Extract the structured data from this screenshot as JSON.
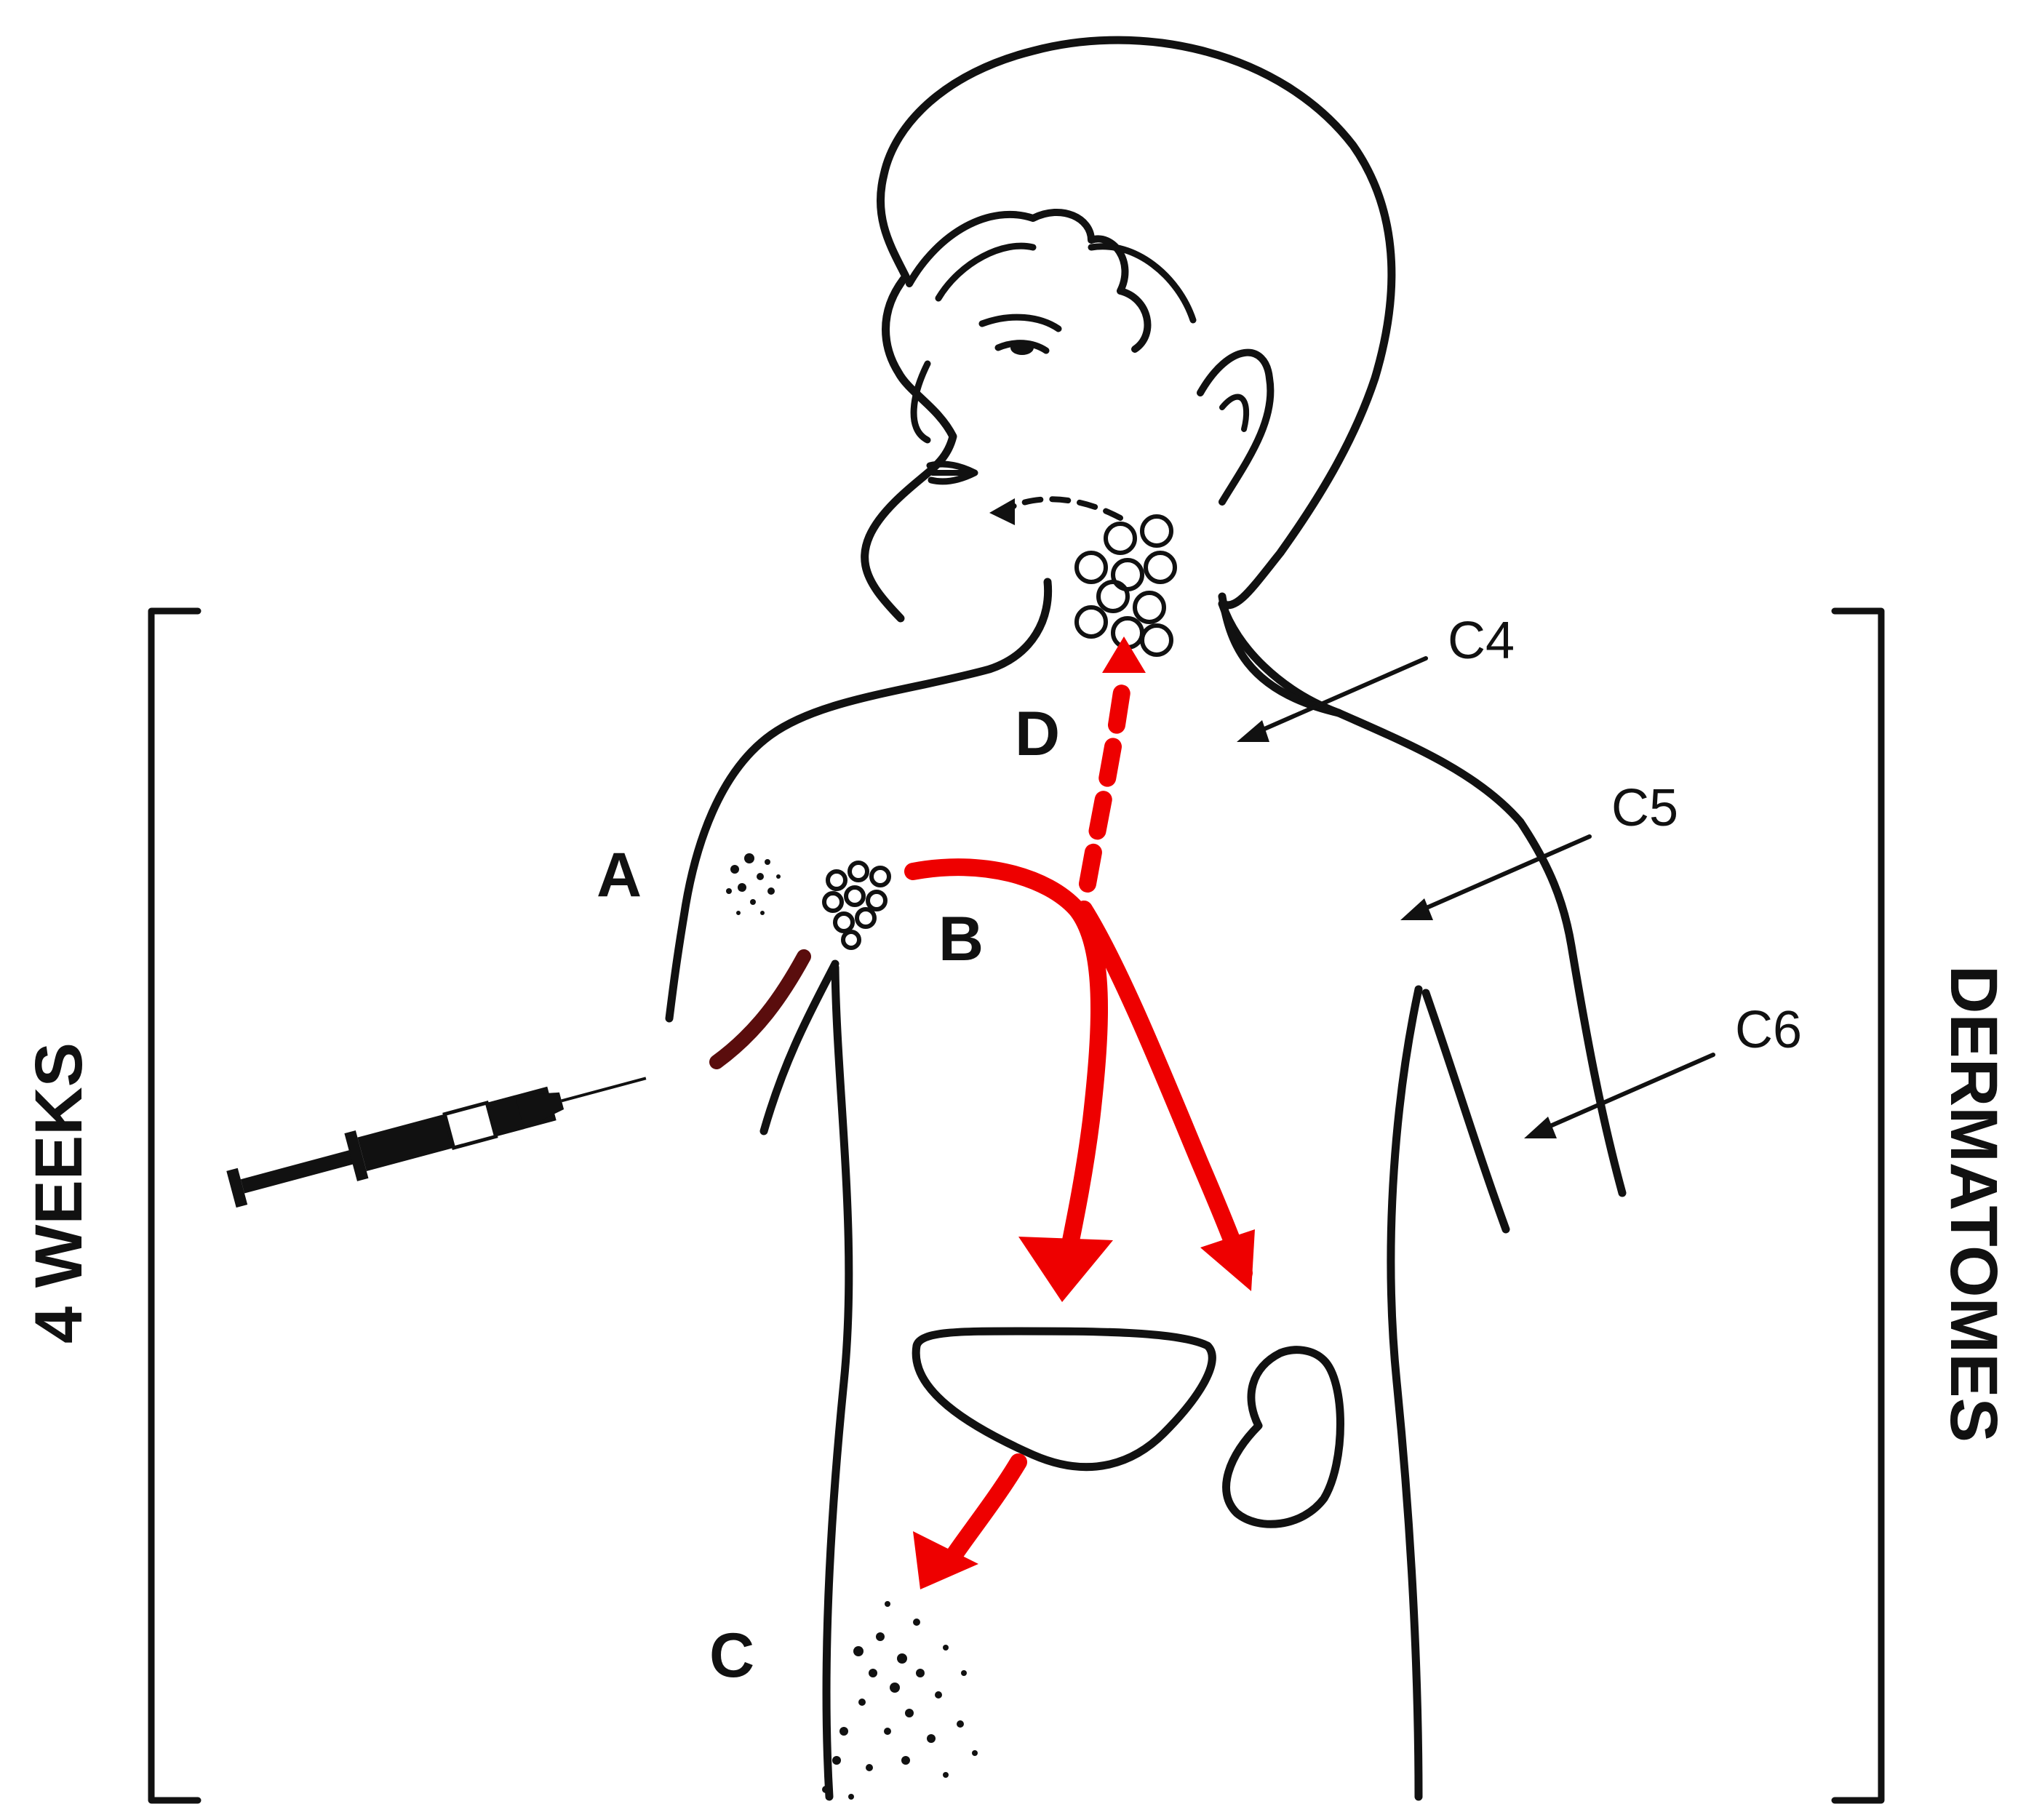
{
  "labels": {
    "a": "A",
    "b": "B",
    "c": "C",
    "d": "D",
    "c4": "C4",
    "c5": "C5",
    "c6": "C6",
    "left_side": "4 WEEKS",
    "right_side": "DERMATOMES"
  },
  "colors": {
    "ink": "#111111",
    "pathway": "#ee0000",
    "needle_mark": "#5a0d0d"
  }
}
